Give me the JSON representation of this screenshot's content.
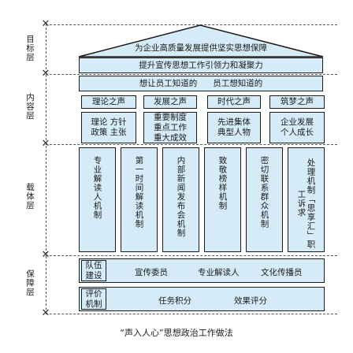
{
  "layers": {
    "goal": "目标层",
    "content": "内容层",
    "carrier": "载体层",
    "guarantee": "保障层"
  },
  "roof": "为企业高质量发展提供坚实思想保障",
  "goal_band": "提升宣传思想工作引领力和凝聚力",
  "content_band": {
    "left": "想让员工知道的",
    "right": "员工想知道的"
  },
  "voices": [
    {
      "title": "理论之声",
      "body": "理论 方针\n政策 主张"
    },
    {
      "title": "发展之声",
      "body": "重要制度\n重点工作\n重大成效"
    },
    {
      "title": "时代之声",
      "body": "先进集体\n典型人物"
    },
    {
      "title": "筑梦之声",
      "body": "企业发展\n个人成长"
    }
  ],
  "mechanisms": [
    "专业解读人机制",
    "第一时间解读机制",
    "内部新闻发布会机制",
    "致敬榜样机制",
    "密切联系群众机制",
    "处理机制「思享汇」职工诉求"
  ],
  "guarantee_rows": [
    {
      "label": "队伍\n建设",
      "items": [
        "宣传委员",
        "专业解读人",
        "文化传播员"
      ]
    },
    {
      "label": "评价\n机制",
      "items": [
        "任务积分",
        "效果评分"
      ]
    }
  ],
  "caption": "“声入人心”思想政治工作做法",
  "colors": {
    "fill": "#d6ebf8",
    "stroke": "#1a1a1a"
  }
}
